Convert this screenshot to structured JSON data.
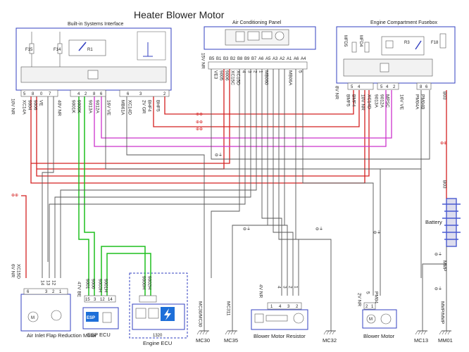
{
  "title": "Heater Blower Motor",
  "blocks": {
    "bsi": "Built-in Systems Interface",
    "acp": "Air Conditioning Panel",
    "ecf": "Engine Compartment Fusebox",
    "air_inlet": "Air Inlet Flap Reduction Motor",
    "esp_ecu": "ESP ECU",
    "esp_logo": "ESP",
    "engine_ecu": "Engine ECU",
    "engine_num": "1320",
    "resistor": "Blower Motor Resistor",
    "blower": "Blower Motor",
    "battery": "Battery"
  },
  "bsi_connectors": {
    "left_group": [
      "5",
      "8",
      "0",
      "7"
    ],
    "mid_group": [
      "4",
      "2",
      "8",
      "6"
    ],
    "right_group": [
      "6",
      "3",
      "2"
    ],
    "left_codes": [
      "10V NR",
      "XC14A",
      "9004",
      "9006",
      "VE"
    ],
    "mid_code": "40V NR",
    "mid_codes": [
      "9001K",
      "9000K",
      "9013A",
      "9012A"
    ],
    "conn16": "16V VE",
    "right_codes": [
      "MB61A",
      "XC14D",
      "2V GR",
      "BHF4",
      "BHF5"
    ],
    "fuses": [
      "F15",
      "F14",
      "R1"
    ]
  },
  "acp_connectors": {
    "code": "15V NR",
    "pins": [
      "B5",
      "B1",
      "B3",
      "B2",
      "B8",
      "B9",
      "B7",
      "A6",
      "A5",
      "A3",
      "A2",
      "A1",
      "A6",
      "A4"
    ],
    "codes": [
      "VE3",
      "9005",
      "9006",
      "XC15C",
      "XC15D",
      "4",
      "3",
      "2",
      "1",
      "MB060",
      "MB06A",
      "5"
    ]
  },
  "ecf_connectors": {
    "conn8": "8V NR",
    "conn10": "10V NR",
    "conn16": "16V VE",
    "codes": [
      "BMF5",
      "BMF4",
      "XC14D",
      "9013A",
      "9012A",
      "MPSC",
      "PM04A",
      "PM04B",
      "B03"
    ],
    "pins": [
      "5",
      "4",
      "5",
      "4",
      "2",
      "8",
      "6"
    ],
    "fuses": [
      "MFD5",
      "MFD4",
      "R3",
      "F18"
    ]
  },
  "air_inlet_conn": {
    "code": "6V NR",
    "sub": "XC15D",
    "pins": [
      "6",
      "3",
      "2",
      "1"
    ],
    "wires": [
      "14",
      "13",
      "12"
    ]
  },
  "esp_conn": {
    "code": "47V BE",
    "pins": [
      "15",
      "3",
      "12",
      "14"
    ],
    "wires": [
      "9001",
      "9000",
      "9003H",
      "9001H"
    ]
  },
  "engine_conn": {
    "wires": [
      "9000H",
      "9002H"
    ]
  },
  "resistor_conn": {
    "code": "4V NR",
    "pins": [
      "1",
      "4",
      "3",
      "2"
    ],
    "wires": [
      "4",
      "3",
      "2",
      "1"
    ]
  },
  "blower_conn": {
    "code": "2V NR",
    "pins": [
      "2",
      "1"
    ],
    "wires": [
      "5",
      "PM04"
    ]
  },
  "grounds": [
    "MC30",
    "MC30/MC30",
    "MC35",
    "MC311",
    "MC32",
    "MC13",
    "MMP",
    "MMP/MMP",
    "MM01"
  ],
  "battery_wire": "B03",
  "symbols": {
    "fuse_tag": "⊕⊕",
    "ground_tag": "⊖⏚"
  },
  "colors": {
    "red": "#d42020",
    "green": "#1fbf1f",
    "magenta": "#cc33cc",
    "gray": "#666666",
    "dark": "#333333",
    "blue_box": "#3340c0",
    "esp_blue": "#1e6fd9",
    "battery": "#4a5ad0"
  }
}
